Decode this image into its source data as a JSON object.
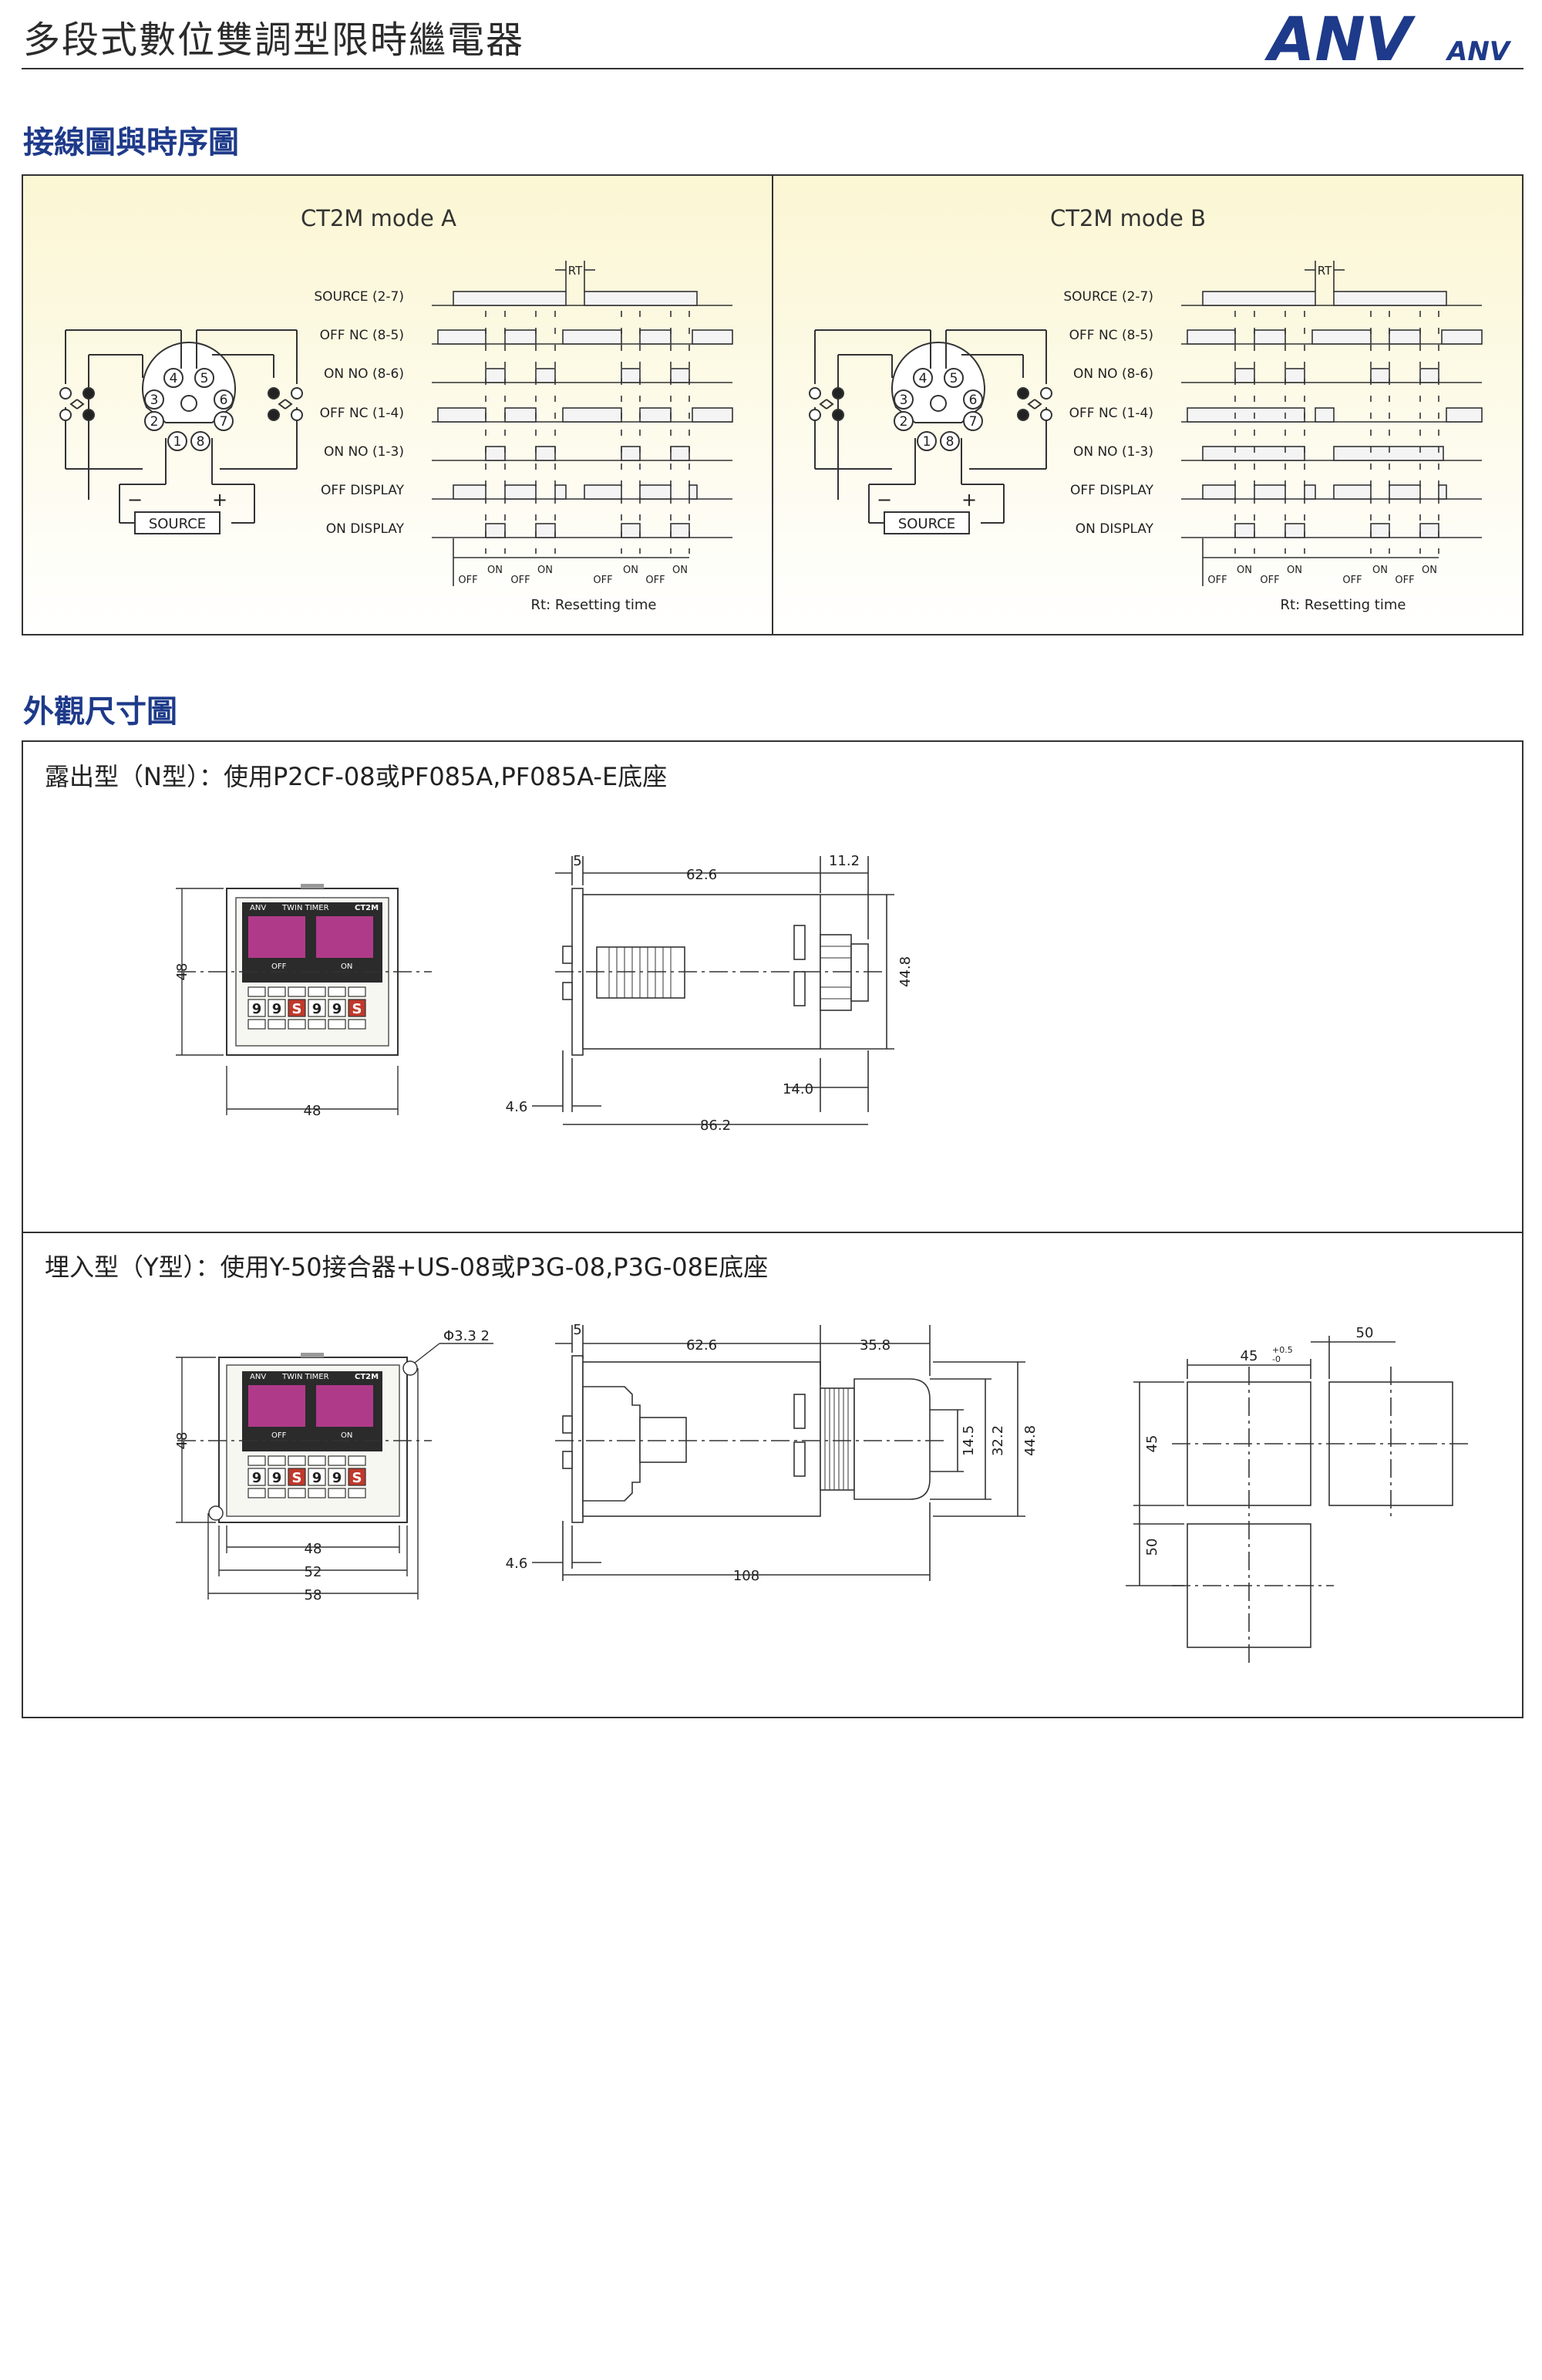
{
  "page": {
    "title": "多段式數位雙調型限時繼電器",
    "logo": {
      "main": "ANV",
      "small": "ANV",
      "color": "#1e3a8a"
    }
  },
  "sections": {
    "wiring_title": "接線圖與時序圖",
    "dimension_title": "外觀尺寸圖"
  },
  "wiring": {
    "pin_numbers": [
      "4",
      "5",
      "3",
      "6",
      "2",
      "7",
      "1",
      "8"
    ],
    "source_label": "SOURCE",
    "minus": "−",
    "plus": "+",
    "mode_a": {
      "title": "CT2M  mode A",
      "rows": [
        "SOURCE (2-7)",
        "OFF NC (8-5)",
        "ON NO (8-6)",
        "OFF NC (1-4)",
        "ON NO (1-3)",
        "OFF DISPLAY",
        "ON DISPLAY"
      ],
      "rt": "RT",
      "off_on": [
        "OFF",
        "ON",
        "OFF",
        "ON",
        "OFF",
        "ON",
        "OFF",
        "ON"
      ],
      "footnote": "Rt: Resetting time"
    },
    "mode_b": {
      "title": "CT2M  mode B",
      "rows": [
        "SOURCE (2-7)",
        "OFF NC (8-5)",
        "ON NO (8-6)",
        "OFF NC (1-4)",
        "ON NO (1-3)",
        "OFF DISPLAY",
        "ON DISPLAY"
      ],
      "rt": "RT",
      "off_on": [
        "OFF",
        "ON",
        "OFF",
        "ON",
        "OFF",
        "ON",
        "OFF",
        "ON"
      ],
      "footnote": "Rt: Resetting time"
    }
  },
  "dimensions": {
    "n_type": {
      "label": "露出型（N型）：使用P2CF-08或PF085A,PF085A-E底座",
      "front": {
        "height": "48",
        "width": "48"
      },
      "side": {
        "d5": "5",
        "d62_6": "62.6",
        "d11_2": "11.2",
        "d44_8": "44.8",
        "d4_6": "4.6",
        "d14_0": "14.0",
        "d86_2": "86.2"
      }
    },
    "y_type": {
      "label": "埋入型（Y型）：使用Y-50接合器+US-08或P3G-08,P3G-08E底座",
      "front": {
        "height": "48",
        "w48": "48",
        "w52": "52",
        "w58": "58",
        "hole": "Φ3.3  2"
      },
      "side": {
        "d5": "5",
        "d62_6": "62.6",
        "d35_8": "35.8",
        "d14_5": "14.5",
        "d32_2": "32.2",
        "d44_8": "44.8",
        "d4_6": "4.6",
        "d108": "108"
      },
      "panel": {
        "d50": "50",
        "d45": "45",
        "tol_plus": "+0.5",
        "tol_minus": "-0",
        "d45v": "45",
        "d50v": "50"
      }
    },
    "device": {
      "brand": "ANV",
      "name": "TWIN TIMER",
      "model": "CT2M",
      "off": "OFF",
      "on": "ON",
      "digits": [
        "9",
        "9",
        "S",
        "9",
        "9",
        "S"
      ],
      "display_color": "#b03a8a"
    }
  }
}
